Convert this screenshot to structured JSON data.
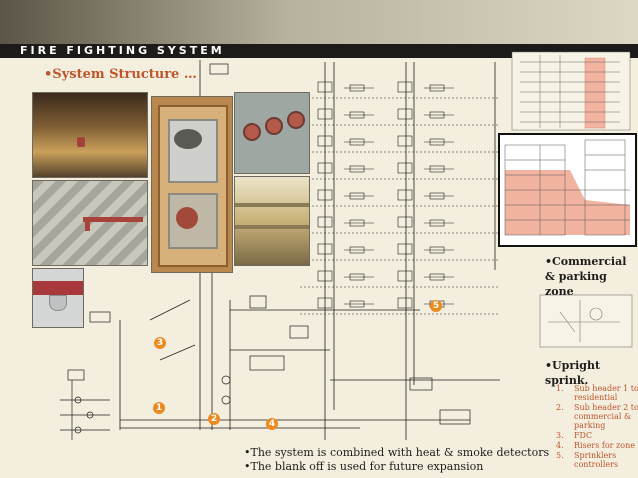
{
  "header": {
    "title": "Fire Fighting System",
    "subtitle": "•System Structure …"
  },
  "photos": [
    {
      "name": "photo-ceiling-sprinkler"
    },
    {
      "name": "photo-hose-reel-cabinet"
    },
    {
      "name": "photo-wall-valves"
    },
    {
      "name": "photo-exposed-pipe-ceiling"
    },
    {
      "name": "photo-atrium-mall"
    },
    {
      "name": "photo-pendant-sprinkler-head"
    }
  ],
  "diagram": {
    "callouts": [
      "1",
      "2",
      "3",
      "4",
      "5"
    ]
  },
  "notes": [
    "•The system is combined with heat & smoke detectors",
    "•The blank off is used for future expansion"
  ],
  "side": {
    "zone_label": "•Commercial & parking zone",
    "sprinkler_label": "•Upright sprink.",
    "legend": [
      {
        "num": "1.",
        "text": "Sub header 1 to residential"
      },
      {
        "num": "2.",
        "text": "Sub header 2 to commercial & parking"
      },
      {
        "num": "3.",
        "text": "FDC"
      },
      {
        "num": "4.",
        "text": "Risers for zone"
      },
      {
        "num": "5.",
        "text": "Sprinklers controllers"
      }
    ]
  },
  "colors": {
    "accent": "#c0552e",
    "badge": "#ed8a1f",
    "highlight": "#f2b4a0",
    "line": "#1f1f1f"
  }
}
